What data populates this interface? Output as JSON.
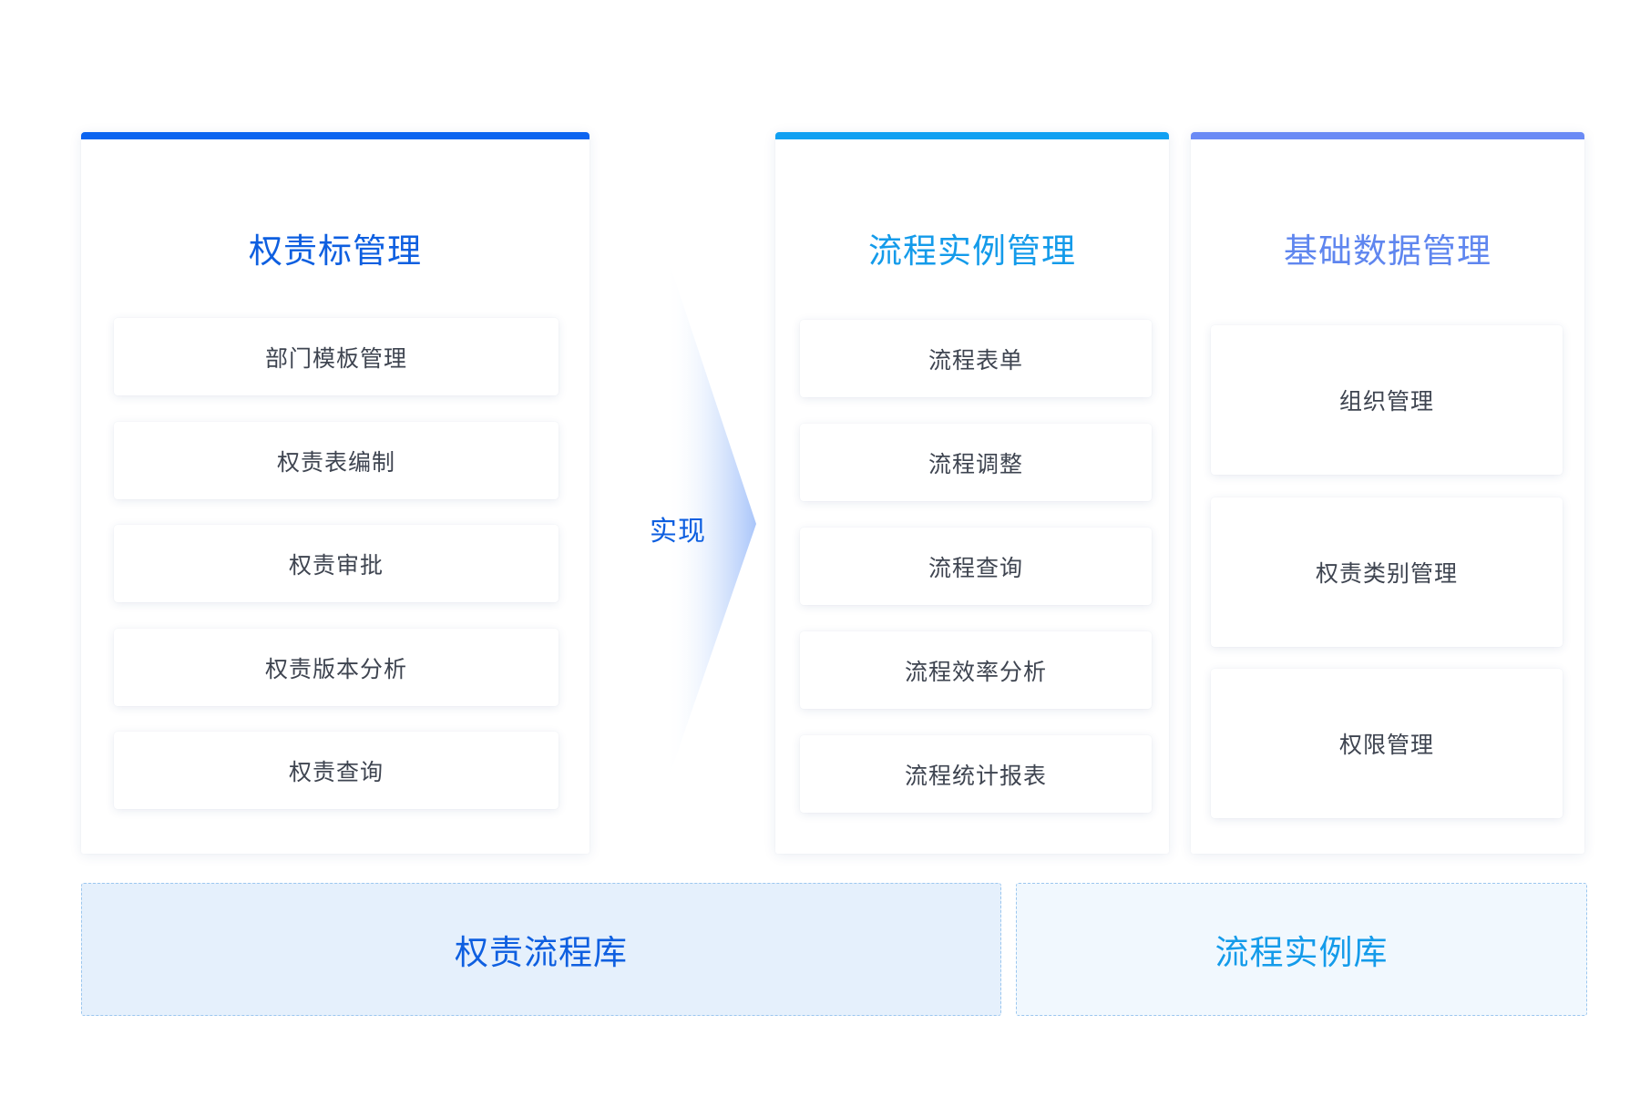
{
  "panels": {
    "left": {
      "title": "权责标管理",
      "items": [
        "部门模板管理",
        "权责表编制",
        "权责审批",
        "权责版本分析",
        "权责查询"
      ]
    },
    "middle": {
      "title": "流程实例管理",
      "items": [
        "流程表单",
        "流程调整",
        "流程查询",
        "流程效率分析",
        "流程统计报表"
      ]
    },
    "right": {
      "title": "基础数据管理",
      "items": [
        "组织管理",
        "权责类别管理",
        "权限管理"
      ]
    }
  },
  "arrow": {
    "label": "实现"
  },
  "libraries": {
    "left": "权责流程库",
    "right": "流程实例库"
  },
  "colors": {
    "left_accent": "#0b64f0",
    "middle_accent": "#11a0f2",
    "right_accent": "#6a8af5",
    "left_library_fill": "#e5f0fc",
    "right_library_fill": "#f1f8fe"
  }
}
